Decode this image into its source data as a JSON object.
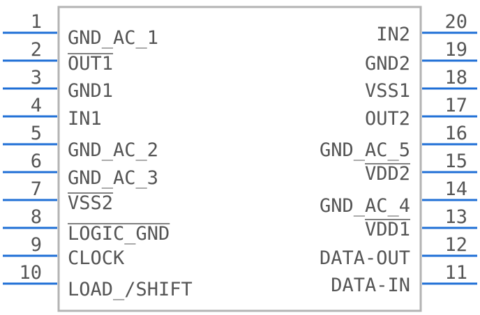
{
  "component": {
    "left_pins": [
      {
        "number": "1",
        "label": "GND_AC_1"
      },
      {
        "number": "2",
        "label": "OUT1"
      },
      {
        "number": "3",
        "label": "GND1"
      },
      {
        "number": "4",
        "label": "IN1"
      },
      {
        "number": "5",
        "label": "GND_AC_2"
      },
      {
        "number": "6",
        "label": "GND_AC_3"
      },
      {
        "number": "7",
        "label": "VSS2"
      },
      {
        "number": "8",
        "label": "LOGIC_GND"
      },
      {
        "number": "9",
        "label": "CLOCK"
      },
      {
        "number": "10",
        "label": "LOAD_/SHIFT"
      }
    ],
    "right_pins": [
      {
        "number": "20",
        "label": "IN2"
      },
      {
        "number": "19",
        "label": "GND2"
      },
      {
        "number": "18",
        "label": "VSS1"
      },
      {
        "number": "17",
        "label": "OUT2"
      },
      {
        "number": "16",
        "label": "GND_AC_5"
      },
      {
        "number": "15",
        "label": "VDD2"
      },
      {
        "number": "14",
        "label": "GND_AC_4"
      },
      {
        "number": "13",
        "label": "VDD1"
      },
      {
        "number": "12",
        "label": "DATA-OUT"
      },
      {
        "number": "11",
        "label": "DATA-IN"
      }
    ]
  },
  "colors": {
    "body_outline": "#b3b3b3",
    "pin_line": "#1f6fd6",
    "text": "#555555"
  }
}
